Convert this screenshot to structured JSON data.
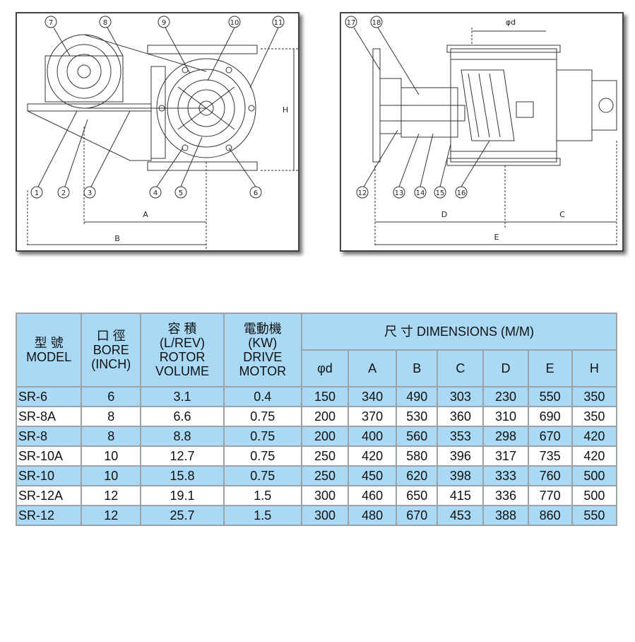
{
  "drawing_left": {
    "callouts": [
      "7",
      "8",
      "9",
      "10",
      "11",
      "1",
      "2",
      "3",
      "4",
      "5",
      "6"
    ],
    "dims": {
      "A": "A",
      "B": "B",
      "H": "H"
    }
  },
  "drawing_right": {
    "callouts": [
      "17",
      "18",
      "12",
      "13",
      "14",
      "15",
      "16"
    ],
    "dims": {
      "phi_d": "φd",
      "D": "D",
      "C": "C",
      "E": "E"
    }
  },
  "table": {
    "headers": {
      "model_cn": "型 號",
      "model_en": "MODEL",
      "bore_cn": "口 徑",
      "bore_en": "BORE",
      "bore_unit": "(INCH)",
      "volume_cn": "容 積",
      "volume_unit": "(L/REV)",
      "volume_en1": "ROTOR",
      "volume_en2": "VOLUME",
      "motor_cn": "電動機",
      "motor_unit": "(KW)",
      "motor_en1": "DRIVE",
      "motor_en2": "MOTOR",
      "dimensions": "尺 寸 DIMENSIONS (M/M)",
      "dim_cols": [
        "φd",
        "A",
        "B",
        "C",
        "D",
        "E",
        "H"
      ]
    },
    "rows": [
      {
        "model": "SR-6",
        "bore": "6",
        "volume": "3.1",
        "motor": "0.4",
        "pd": "150",
        "a": "340",
        "b": "490",
        "c": "303",
        "d": "230",
        "e": "550",
        "h": "350"
      },
      {
        "model": "SR-8A",
        "bore": "8",
        "volume": "6.6",
        "motor": "0.75",
        "pd": "200",
        "a": "370",
        "b": "530",
        "c": "360",
        "d": "310",
        "e": "690",
        "h": "350"
      },
      {
        "model": "SR-8",
        "bore": "8",
        "volume": "8.8",
        "motor": "0.75",
        "pd": "200",
        "a": "400",
        "b": "560",
        "c": "353",
        "d": "298",
        "e": "670",
        "h": "420"
      },
      {
        "model": "SR-10A",
        "bore": "10",
        "volume": "12.7",
        "motor": "0.75",
        "pd": "250",
        "a": "420",
        "b": "580",
        "c": "396",
        "d": "317",
        "e": "735",
        "h": "420"
      },
      {
        "model": "SR-10",
        "bore": "10",
        "volume": "15.8",
        "motor": "0.75",
        "pd": "250",
        "a": "450",
        "b": "620",
        "c": "398",
        "d": "333",
        "e": "760",
        "h": "500"
      },
      {
        "model": "SR-12A",
        "bore": "12",
        "volume": "19.1",
        "motor": "1.5",
        "pd": "300",
        "a": "460",
        "b": "650",
        "c": "415",
        "d": "336",
        "e": "770",
        "h": "500"
      },
      {
        "model": "SR-12",
        "bore": "12",
        "volume": "25.7",
        "motor": "1.5",
        "pd": "300",
        "a": "480",
        "b": "670",
        "c": "453",
        "d": "388",
        "e": "860",
        "h": "550"
      }
    ]
  }
}
